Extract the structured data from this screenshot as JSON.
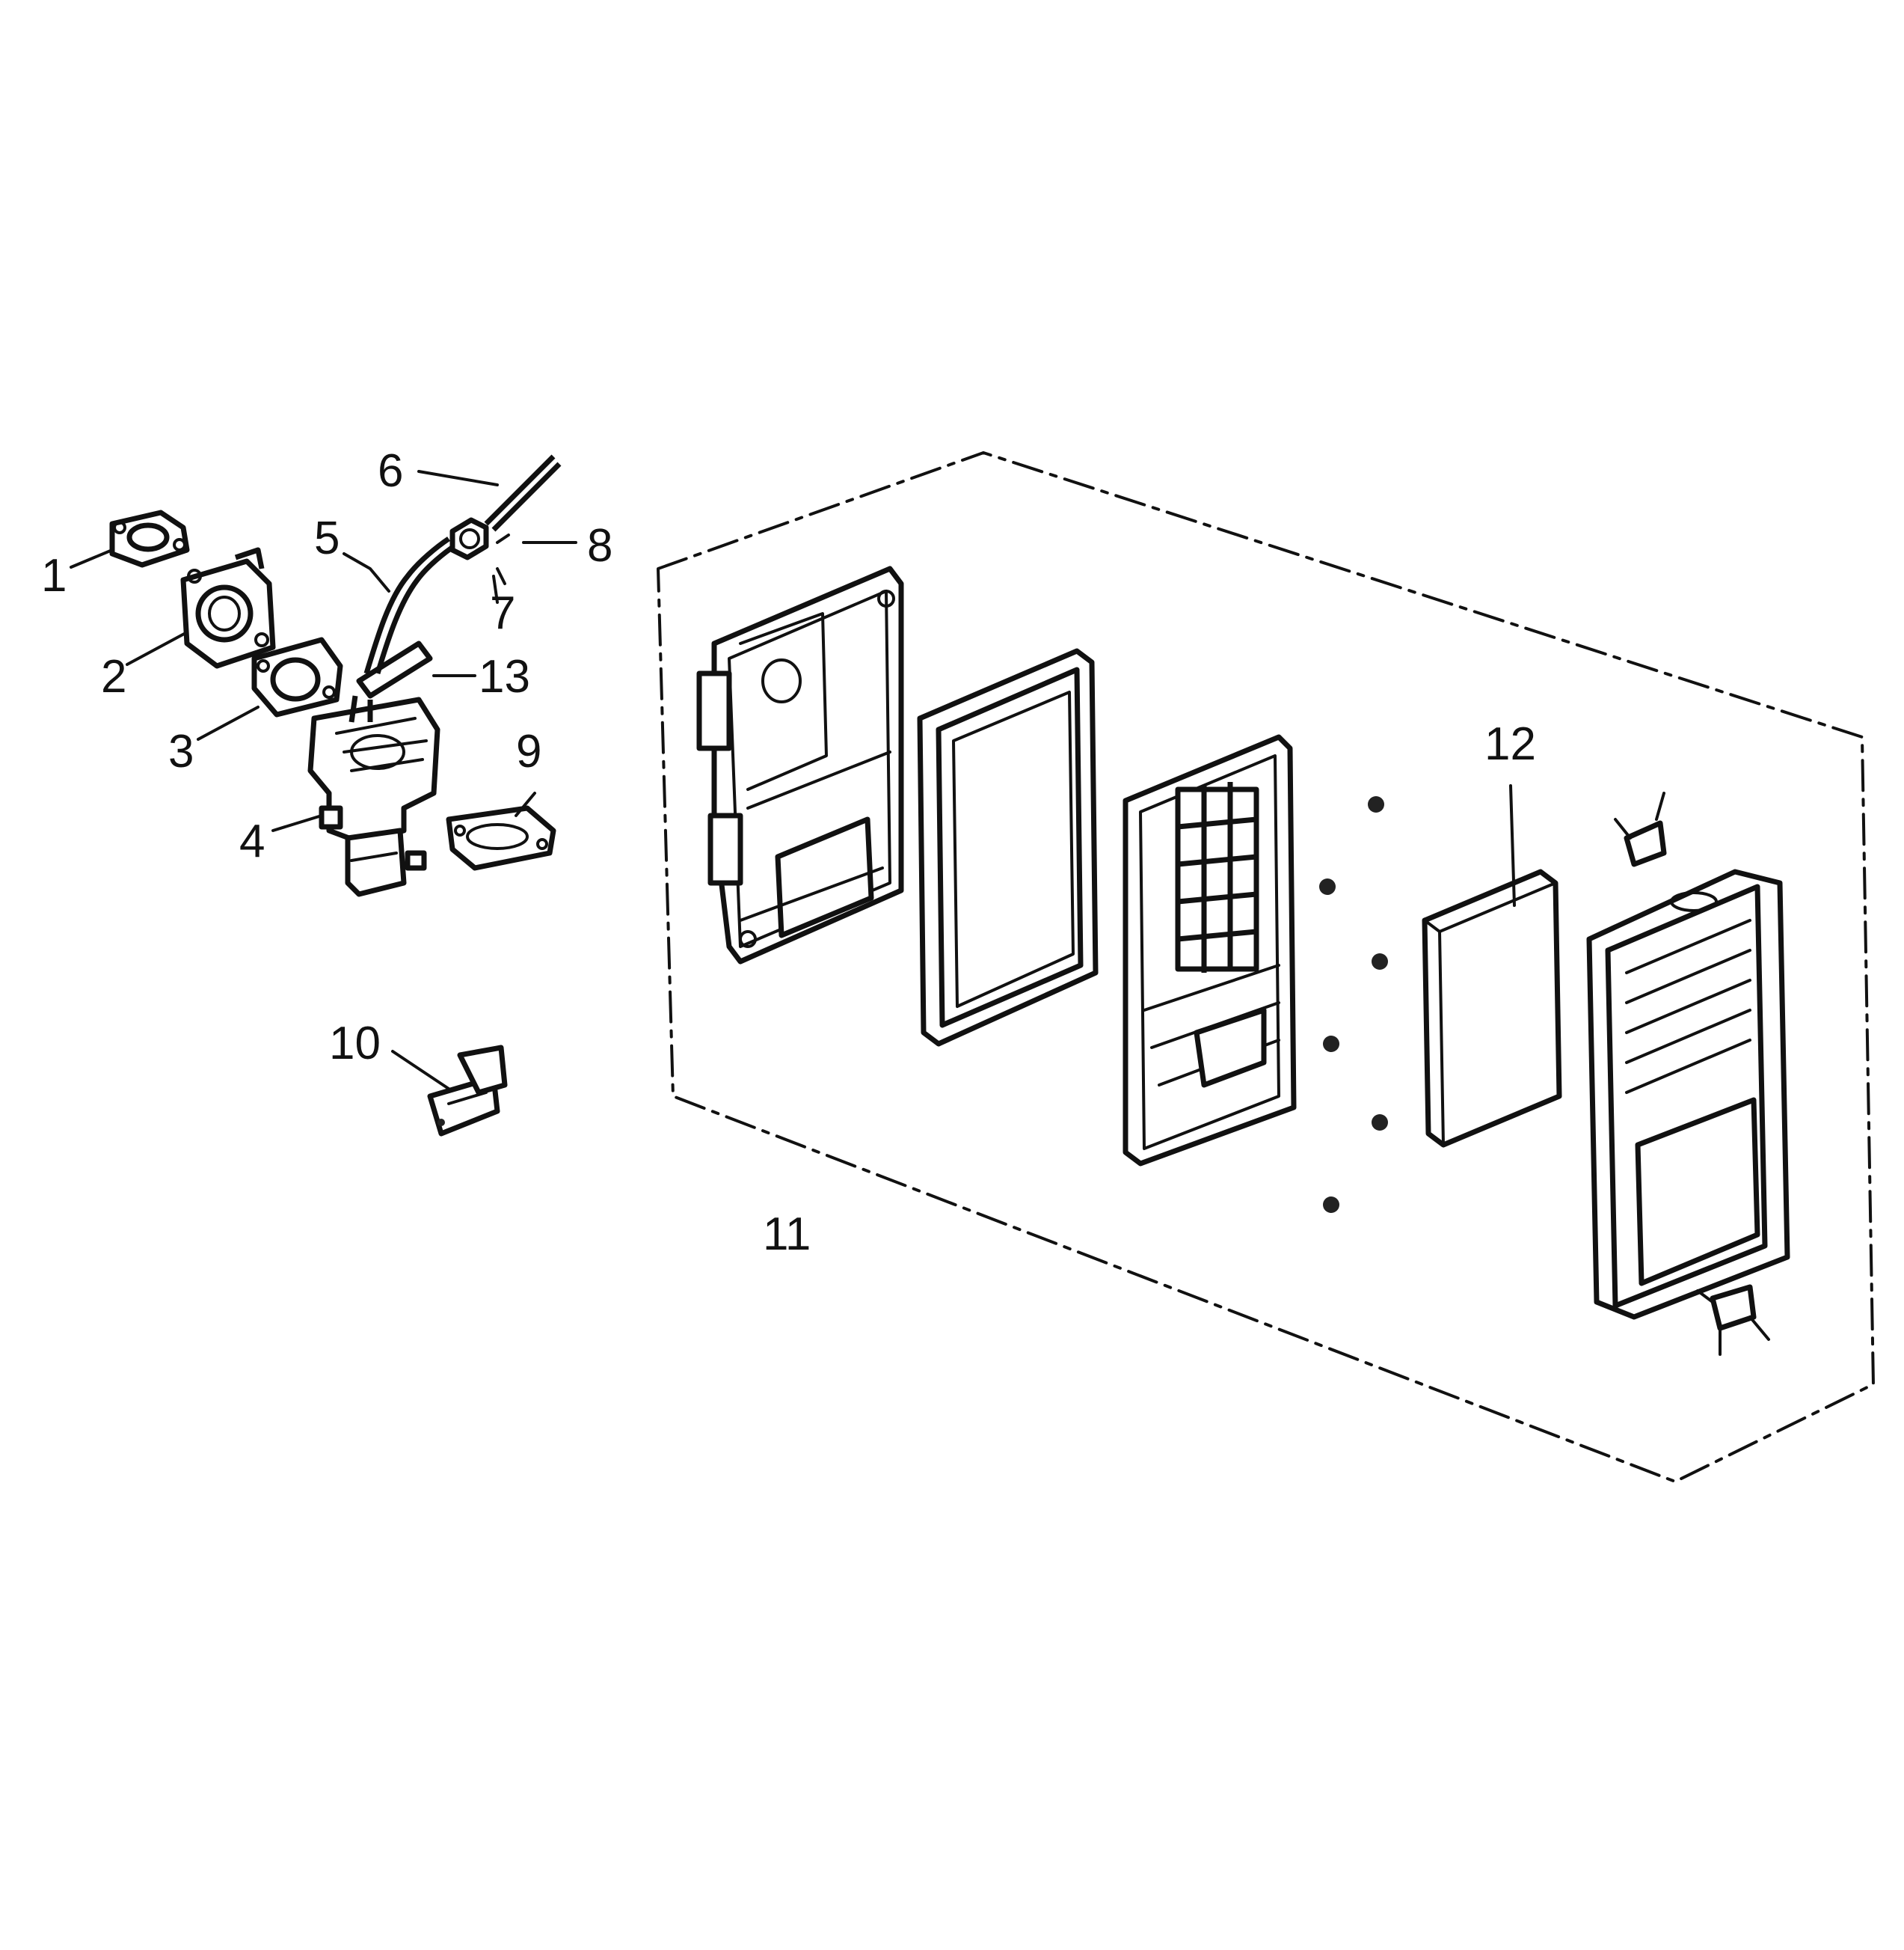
{
  "diagram": {
    "callouts": [
      {
        "id": "c1",
        "label": "1"
      },
      {
        "id": "c2",
        "label": "2"
      },
      {
        "id": "c3",
        "label": "3"
      },
      {
        "id": "c4",
        "label": "4"
      },
      {
        "id": "c5",
        "label": "5"
      },
      {
        "id": "c6",
        "label": "6"
      },
      {
        "id": "c7",
        "label": "7"
      },
      {
        "id": "c8",
        "label": "8"
      },
      {
        "id": "c9",
        "label": "9"
      },
      {
        "id": "c10",
        "label": "10"
      },
      {
        "id": "c11",
        "label": "11"
      },
      {
        "id": "c12",
        "label": "12"
      },
      {
        "id": "c13",
        "label": "13"
      }
    ],
    "colors": {
      "ink": "#111111",
      "background": "#ffffff"
    }
  }
}
